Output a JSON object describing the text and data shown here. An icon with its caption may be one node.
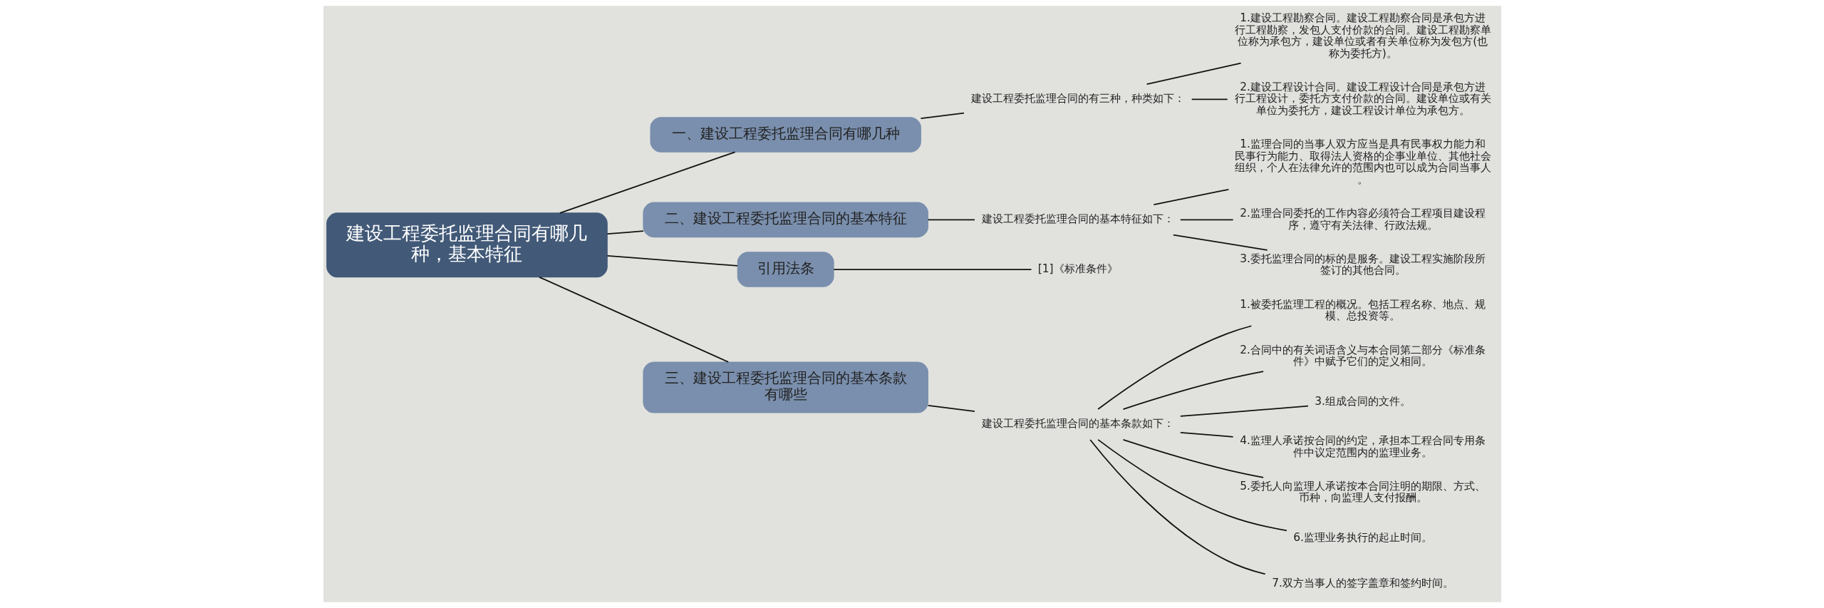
{
  "diagram": {
    "nodes": [
      {
        "text": [
          "建设工程委托监理合同有哪几种，基本特征"
        ]
      },
      {
        "text": [
          "一、建设工程委托监理合同有哪几种"
        ]
      },
      {
        "text": [
          "建设工程委托监理合同的有三种，种类如下："
        ]
      },
      {
        "text": [
          "1.建设工程勘察合同。建设工程勘察合同是承包方进行工程勘察，发包人支付价款的合同。建设工程勘察单位称为承包方，建设单位或者有关单位称为发包方(也称为委托方)。"
        ]
      },
      {
        "text": [
          "2.建设工程设计合同。建设工程设计合同是承包方进行工程设计，委托方支付价款的合同。建设单位或有关单位为委托方，建设工程设计单位为承包方。"
        ]
      },
      {
        "text": [
          "二、建设工程委托监理合同的基本特征"
        ]
      },
      {
        "text": [
          "建设工程委托监理合同的基本特征如下："
        ]
      },
      {
        "text": [
          "1.监理合同的当事人双方应当是具有民事权力能力和民事行为能力、取得法人资格的企事业单位、其他社会组织，个人在法律允许的范围内也可以成为合同当事人。"
        ]
      },
      {
        "text": [
          "2.监理合同委托的工作内容必须符合工程项目建设程序，遵守有关法律、行政法规。"
        ]
      },
      {
        "text": [
          "3.委托监理合同的标的是服务。建设工程实施阶段所签订的其他合同。"
        ]
      },
      {
        "text": [
          "引用法条"
        ]
      },
      {
        "text": [
          "[1]《标准条件》"
        ]
      },
      {
        "text": [
          "三、建设工程委托监理合同的基本条款有哪些"
        ]
      },
      {
        "text": [
          "建设工程委托监理合同的基本条款如下："
        ]
      },
      {
        "text": [
          "1.被委托监理工程的概况。包括工程名称、地点、规模、总投资等。"
        ]
      },
      {
        "text": [
          "2.合同中的有关词语含义与本合同第二部分《标准条件》中赋予它们的定义相同。"
        ]
      },
      {
        "text": [
          "3.组成合同的文件。"
        ]
      },
      {
        "text": [
          "4.监理人承诺按合同的约定，承担本工程合同专用条件中议定范围内的监理业务。"
        ]
      },
      {
        "text": [
          "5.委托人向监理人承诺按本合同注明的期限、方式、币种，向监理人支付报酬。"
        ]
      },
      {
        "text": [
          "6.监理业务执行的起止时间。"
        ]
      },
      {
        "text": [
          "7.双方当事人的签字盖章和签约时间。"
        ]
      }
    ],
    "edges": [
      {
        "from": 0,
        "to": 1,
        "arrow": "none"
      },
      {
        "from": 1,
        "to": 2,
        "arrow": "none"
      },
      {
        "from": 2,
        "to": 3,
        "arrow": "none"
      },
      {
        "from": 2,
        "to": 4,
        "arrow": "none"
      },
      {
        "from": 0,
        "to": 5,
        "arrow": "none"
      },
      {
        "from": 5,
        "to": 6,
        "arrow": "none"
      },
      {
        "from": 6,
        "to": 7,
        "arrow": "none"
      },
      {
        "from": 6,
        "to": 8,
        "arrow": "none"
      },
      {
        "from": 6,
        "to": 9,
        "arrow": "none"
      },
      {
        "from": 0,
        "to": 10,
        "arrow": "none"
      },
      {
        "from": 10,
        "to": 11,
        "arrow": "none"
      },
      {
        "from": 0,
        "to": 12,
        "arrow": "none"
      },
      {
        "from": 12,
        "to": 13,
        "arrow": "none"
      },
      {
        "from": 13,
        "to": 14,
        "arrow": "none"
      },
      {
        "from": 13,
        "to": 15,
        "arrow": "none"
      },
      {
        "from": 13,
        "to": 16,
        "arrow": "none"
      },
      {
        "from": 13,
        "to": 17,
        "arrow": "none"
      },
      {
        "from": 13,
        "to": 18,
        "arrow": "none"
      },
      {
        "from": 13,
        "to": 19,
        "arrow": "none"
      },
      {
        "from": 13,
        "to": 20,
        "arrow": "none"
      }
    ]
  }
}
